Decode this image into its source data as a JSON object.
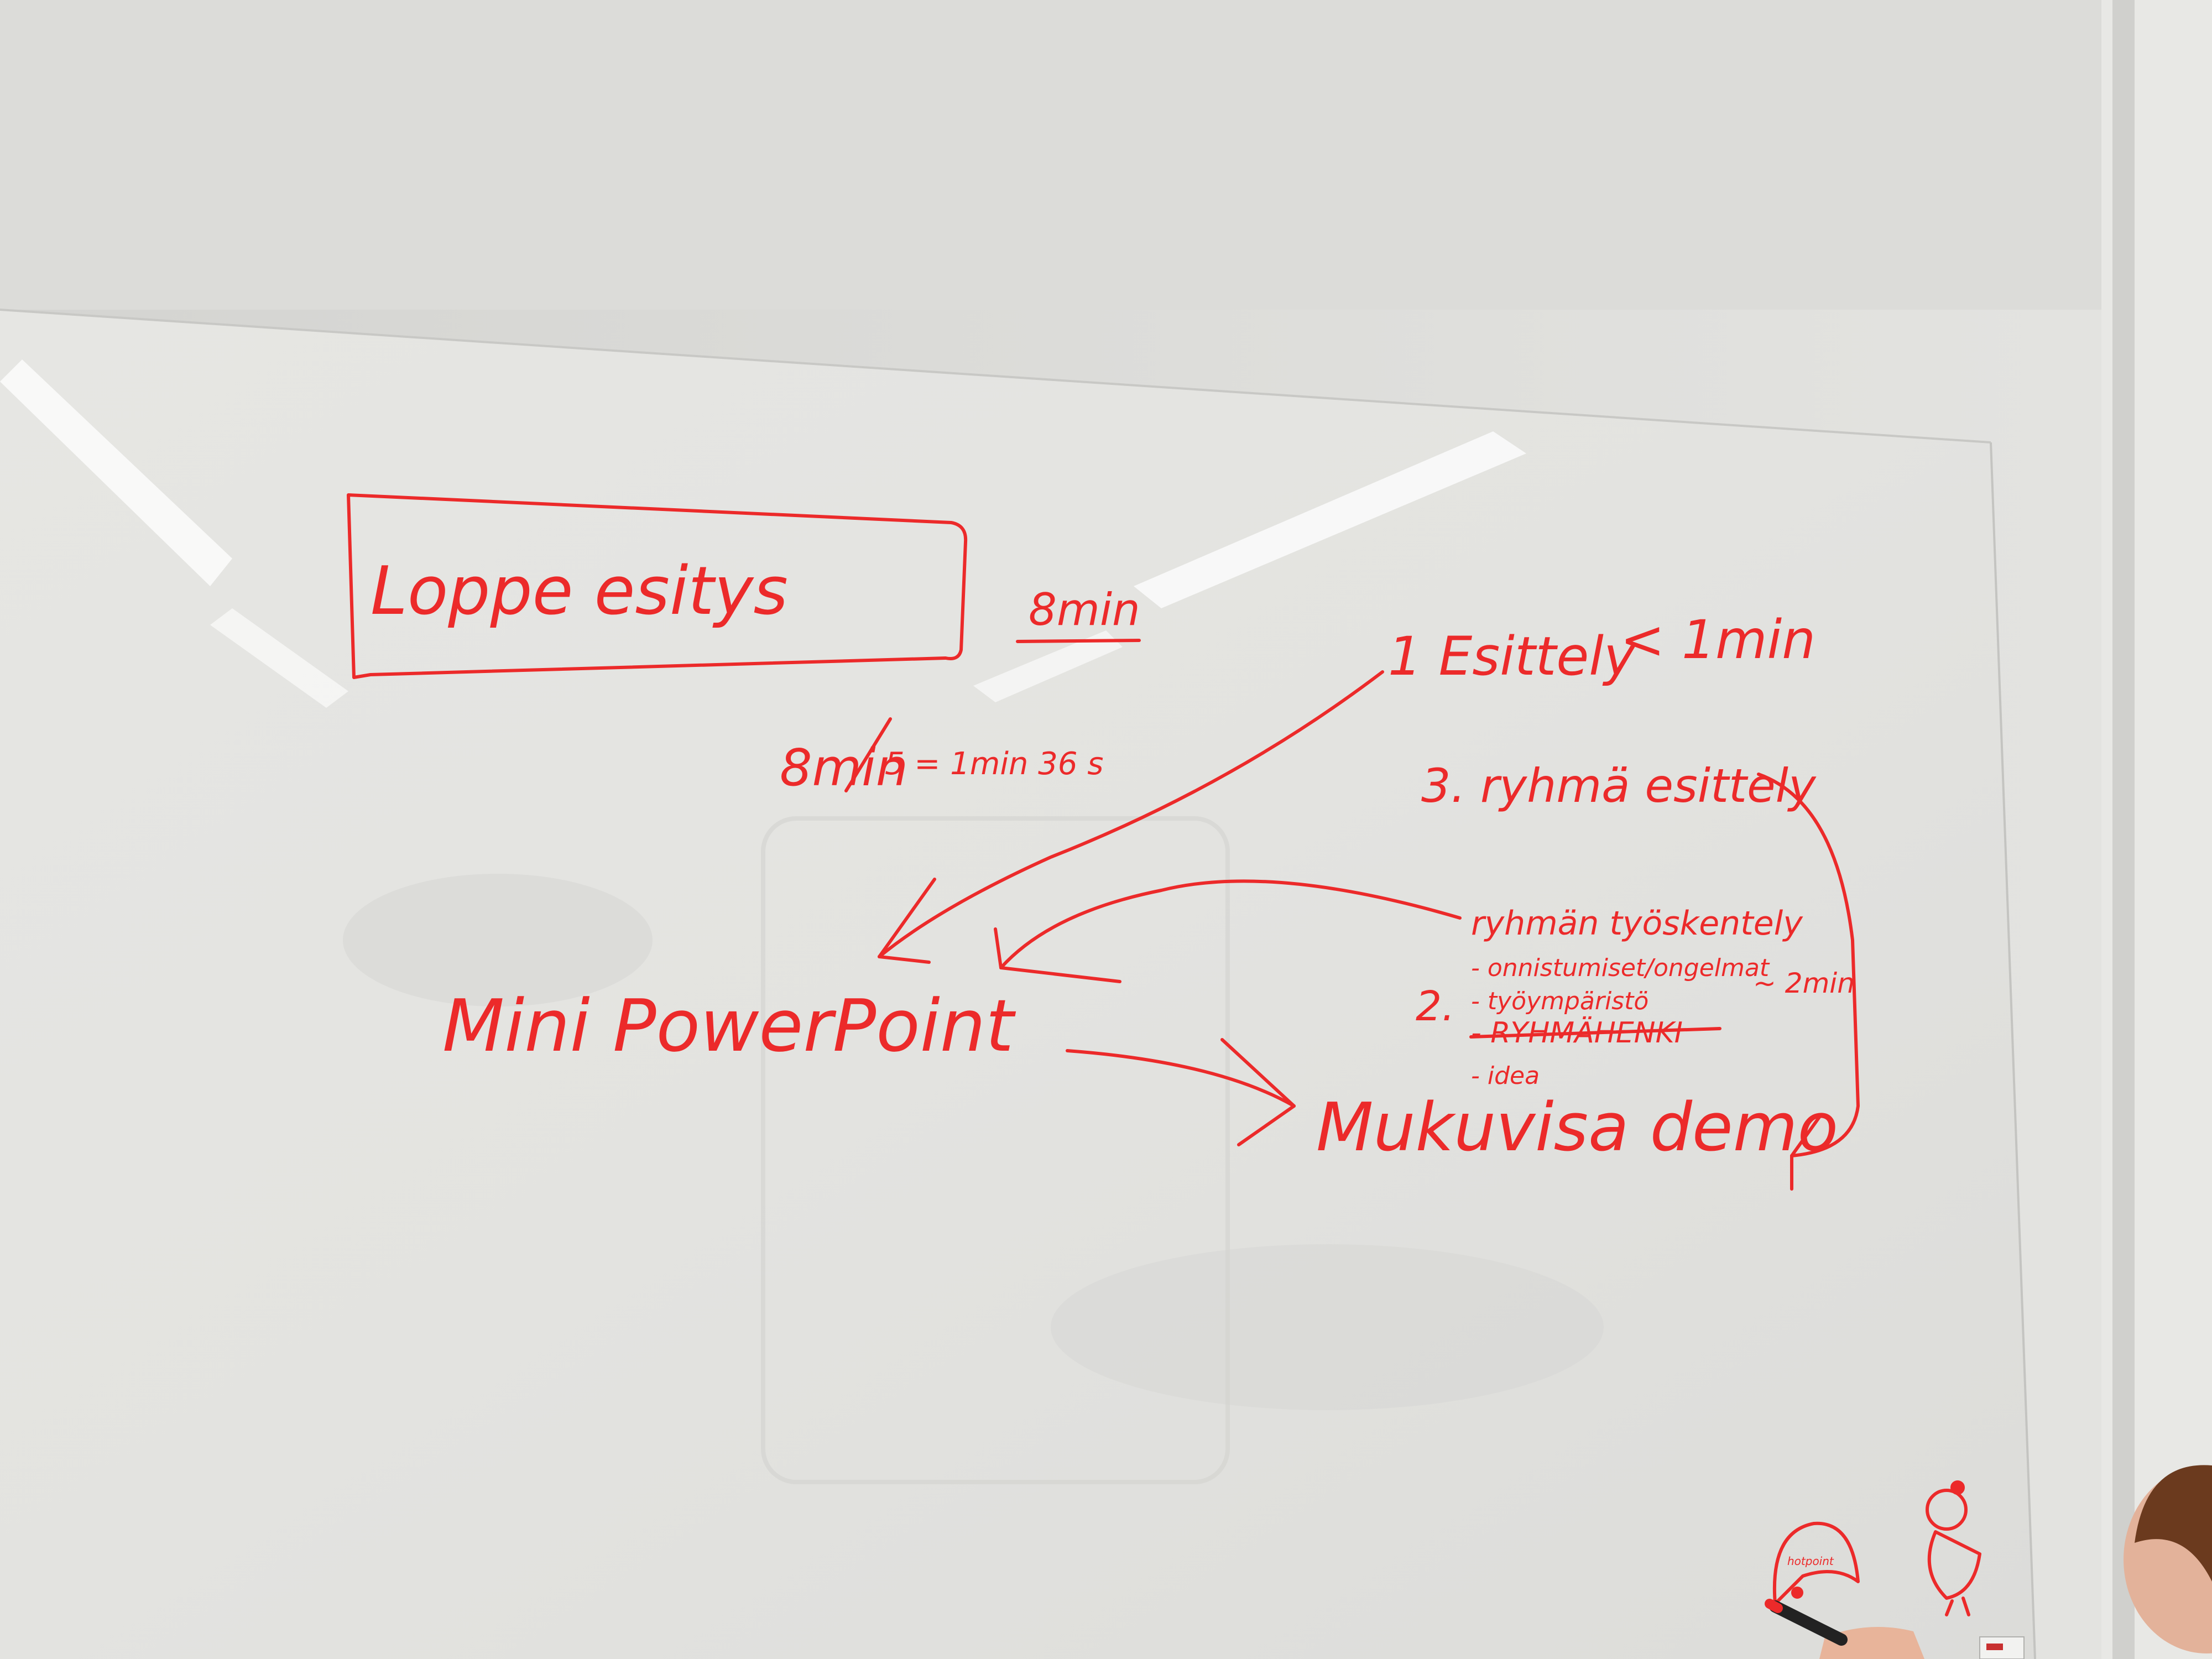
{
  "whiteboard": {
    "title": "Loppe esitys",
    "duration": "8min",
    "calc_left": "8min",
    "calc_struck": "min",
    "calc_right": "5 = 1min 36 s",
    "item_1": "1 Esittely",
    "item_1_time": "< 1min",
    "item_3": "3. ryhmä esittely",
    "box_2_title": "ryhmän työskentely",
    "box_2_marker": "2.",
    "box_2_lines": [
      "- onnistumiset/ongelmat",
      "- työympäristö",
      "- RYHMÄHENKI",
      "- idea"
    ],
    "box_2_time": "~ 2min",
    "mini_powerpoint": "Mini PowerPoint",
    "demo": "Mukuvisa demo",
    "doodle_label": "hotpoint"
  },
  "colors": {
    "marker_red": "#ec2a2a",
    "board_white": "#e9e9e6",
    "wall_gray": "#d6d6d3",
    "skin": "#e8b49a",
    "hair": "#6b3a1e"
  }
}
